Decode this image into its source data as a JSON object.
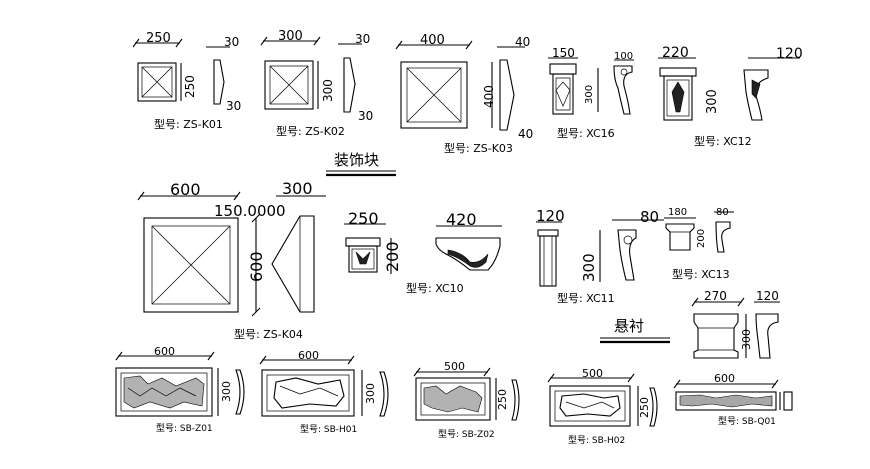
{
  "sections": {
    "decorative_blocks": "装饰块",
    "corbels": "悬衬"
  },
  "dims": {
    "k01_w": "250",
    "k01_h": "250",
    "k01_t": "30",
    "k01_t2": "30",
    "k02_w": "300",
    "k02_h": "300",
    "k02_t": "30",
    "k02_t2": "30",
    "k03_w": "400",
    "k03_h": "400",
    "k03_t": "40",
    "k03_t2": "40",
    "xc16_w": "150",
    "xc16_h": "300",
    "xc16_d": "100",
    "xc12_w": "220",
    "xc12_h": "300",
    "xc12_d": "120",
    "k04_w": "600",
    "k04_h": "600",
    "k04_t": "300",
    "k04_annot": "150.0000",
    "xc10_w": "250",
    "xc10_h": "200",
    "xc10_l": "420",
    "xc11_w": "120",
    "xc11_h": "300",
    "xc11_d": "80",
    "xc13_w": "180",
    "xc13_h": "200",
    "xc13_d": "80",
    "hang_w": "270",
    "hang_h": "300",
    "hang_d": "120",
    "z01_w": "600",
    "z01_h": "300",
    "h01_w": "600",
    "h01_h": "300",
    "z02_w": "500",
    "z02_h": "250",
    "h02_w": "500",
    "h02_h": "250",
    "q01_w": "600"
  },
  "labels": {
    "k01": "型号: ZS-K01",
    "k02": "型号: ZS-K02",
    "k03": "型号: ZS-K03",
    "xc16": "型号: XC16",
    "xc12": "型号: XC12",
    "k04": "型号: ZS-K04",
    "xc10": "型号: XC10",
    "xc11": "型号: XC11",
    "xc13": "型号: XC13",
    "z01": "型号: SB-Z01",
    "h01": "型号: SB-H01",
    "z02": "型号: SB-Z02",
    "h02": "型号: SB-H02",
    "q01": "型号: SB-Q01"
  }
}
